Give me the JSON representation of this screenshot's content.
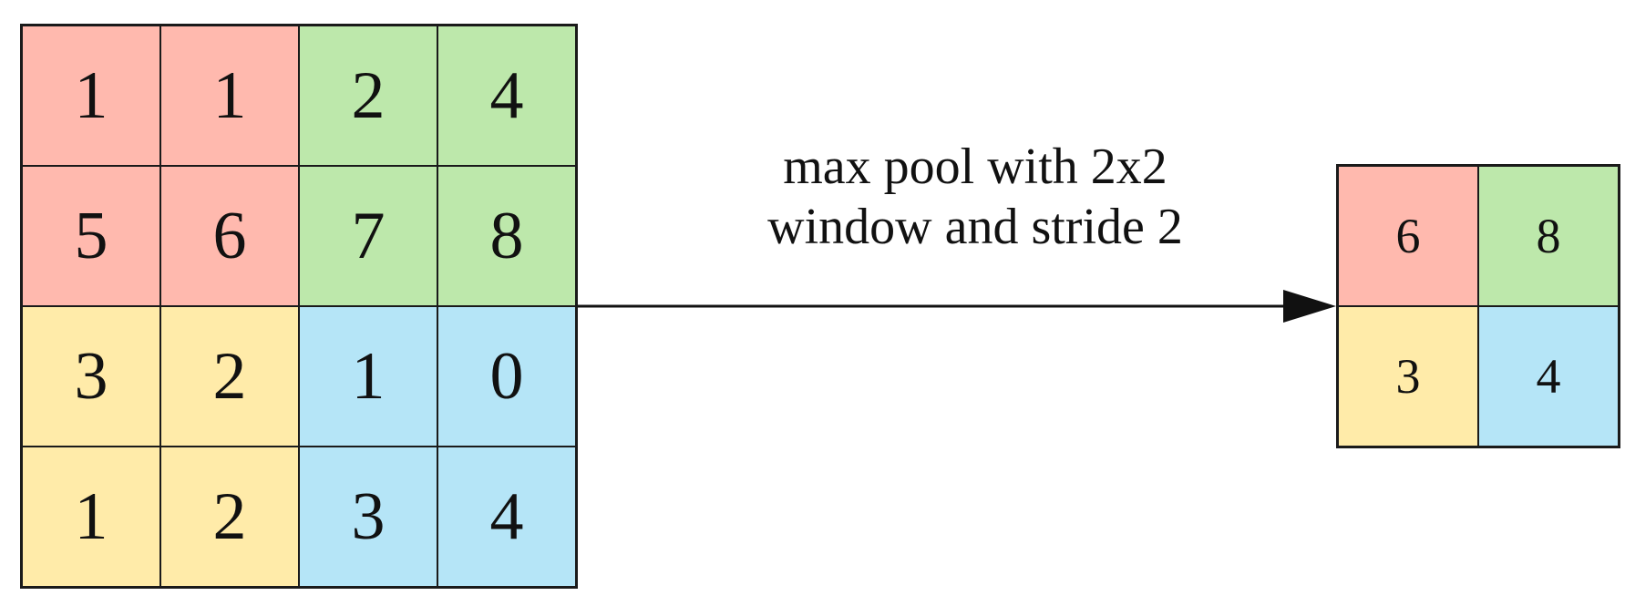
{
  "caption": {
    "line1": "max pool with 2x2",
    "line2": "window and stride 2"
  },
  "colors": {
    "red": "#FFB9AE",
    "green": "#BDE8AB",
    "yellow": "#FFEBA9",
    "blue": "#B5E5F7"
  },
  "input_matrix": {
    "rows": [
      [
        1,
        1,
        2,
        4
      ],
      [
        5,
        6,
        7,
        8
      ],
      [
        3,
        2,
        1,
        0
      ],
      [
        1,
        2,
        3,
        4
      ]
    ],
    "colors": [
      [
        "red",
        "red",
        "green",
        "green"
      ],
      [
        "red",
        "red",
        "green",
        "green"
      ],
      [
        "yellow",
        "yellow",
        "blue",
        "blue"
      ],
      [
        "yellow",
        "yellow",
        "blue",
        "blue"
      ]
    ]
  },
  "output_matrix": {
    "rows": [
      [
        6,
        8
      ],
      [
        3,
        4
      ]
    ],
    "colors": [
      [
        "red",
        "green"
      ],
      [
        "yellow",
        "blue"
      ]
    ]
  }
}
